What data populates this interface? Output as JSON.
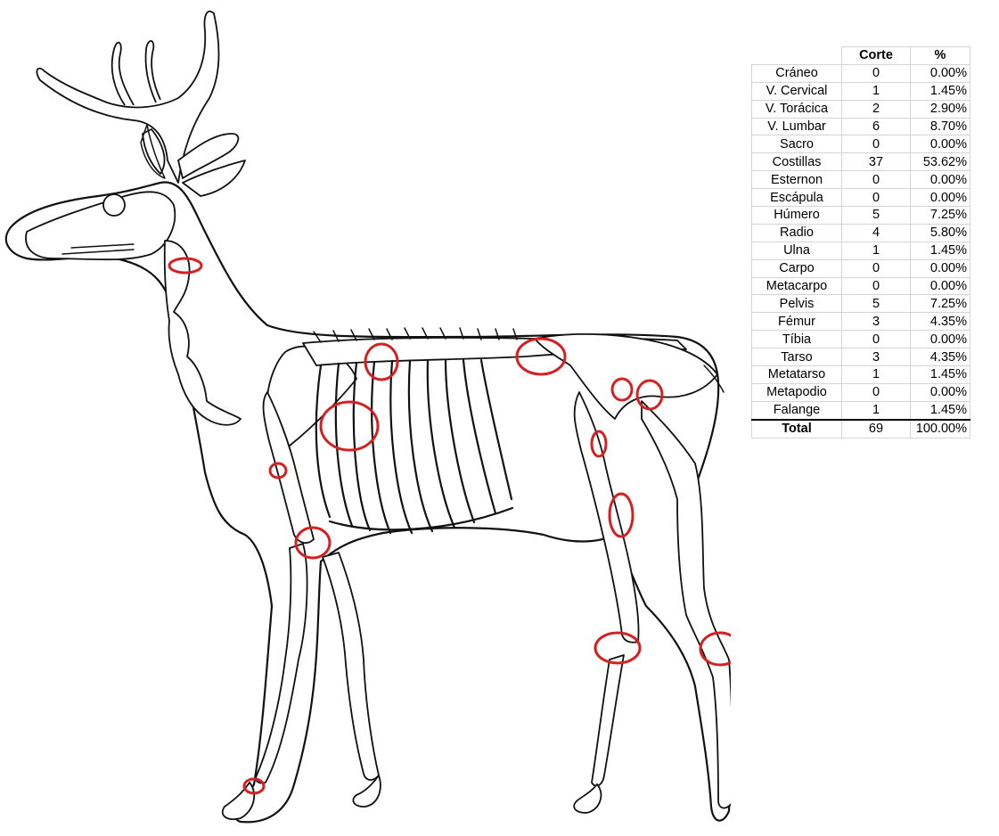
{
  "table": {
    "columns": [
      "",
      "Corte",
      "%"
    ],
    "rows": [
      {
        "element": "Cráneo",
        "corte": "0",
        "pct": "0.00%"
      },
      {
        "element": "V. Cervical",
        "corte": "1",
        "pct": "1.45%"
      },
      {
        "element": "V. Torácica",
        "corte": "2",
        "pct": "2.90%"
      },
      {
        "element": "V. Lumbar",
        "corte": "6",
        "pct": "8.70%"
      },
      {
        "element": "Sacro",
        "corte": "0",
        "pct": "0.00%"
      },
      {
        "element": "Costillas",
        "corte": "37",
        "pct": "53.62%"
      },
      {
        "element": "Esternon",
        "corte": "0",
        "pct": "0.00%"
      },
      {
        "element": "Escápula",
        "corte": "0",
        "pct": "0.00%"
      },
      {
        "element": "Húmero",
        "corte": "5",
        "pct": "7.25%"
      },
      {
        "element": "Radio",
        "corte": "4",
        "pct": "5.80%"
      },
      {
        "element": "Ulna",
        "corte": "1",
        "pct": "1.45%"
      },
      {
        "element": "Carpo",
        "corte": "0",
        "pct": "0.00%"
      },
      {
        "element": "Metacarpo",
        "corte": "0",
        "pct": "0.00%"
      },
      {
        "element": "Pelvis",
        "corte": "5",
        "pct": "7.25%"
      },
      {
        "element": "Fémur",
        "corte": "3",
        "pct": "4.35%"
      },
      {
        "element": "Tíbia",
        "corte": "0",
        "pct": "0.00%"
      },
      {
        "element": "Tarso",
        "corte": "3",
        "pct": "4.35%"
      },
      {
        "element": "Metatarso",
        "corte": "1",
        "pct": "1.45%"
      },
      {
        "element": "Metapodio",
        "corte": "0",
        "pct": "0.00%"
      },
      {
        "element": "Falange",
        "corte": "1",
        "pct": "1.45%"
      }
    ],
    "total": {
      "element": "Total",
      "corte": "69",
      "pct": "100.00%"
    }
  },
  "figure": {
    "marker_color": "#d42020",
    "ink_color": "#111111",
    "marked_regions": [
      "cervical-vertebra",
      "thoracic-vertebra",
      "ribs",
      "lumbar-vertebrae",
      "pelvis-ilium",
      "pelvis-ischium",
      "femur",
      "humerus-proximal",
      "humerus-distal",
      "radius",
      "ulna",
      "tarsus",
      "metatarsal",
      "fore-carpus",
      "forelimb-phalanx"
    ]
  }
}
